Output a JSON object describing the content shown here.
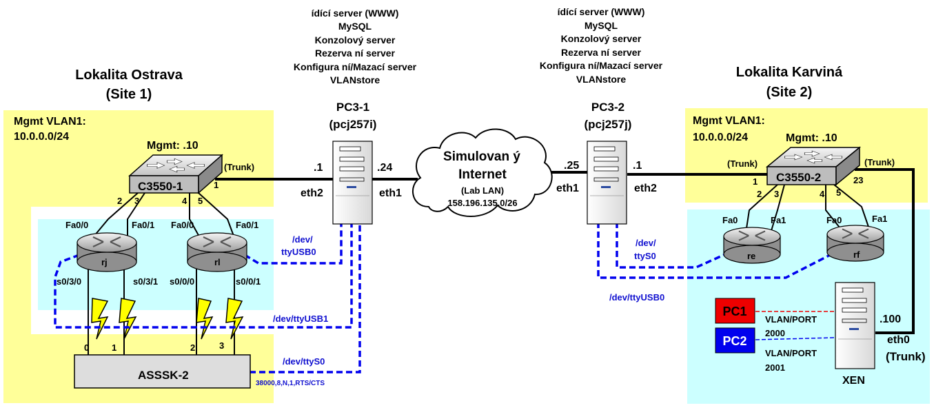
{
  "colors": {
    "site_mgmt_bg": "#ffff99",
    "router_area_bg": "#ccffff",
    "console_line": "#0000ee",
    "pc1": "#ee0000",
    "pc2": "#0000ee",
    "serial_bolt": "#ffff00",
    "asssk_box": "#dddddd"
  },
  "servers_list": {
    "line1": "ídící server (WWW)",
    "line2": "MySQL",
    "line3": "Konzolový server",
    "line4": "Rezerva ní server",
    "line5": "Konfigura ní/Mazací server",
    "line6": "VLANstore"
  },
  "site1": {
    "title": "Lokalita Ostrava",
    "subtitle": "(Site 1)",
    "mgmt_vlan": "Mgmt VLAN1:",
    "mgmt_net": "10.0.0.0/24",
    "mgmt_ip": "Mgmt: .10",
    "switch_name": "C3550-1",
    "trunk": "(Trunk)",
    "port_uplink": "1",
    "port_a": "2",
    "port_b": "3",
    "port_c": "4",
    "port_d": "5",
    "router1_name": "rj",
    "router2_name": "rl",
    "r1_fa0": "Fa0/0",
    "r1_fa1": "Fa0/1",
    "r2_fa0": "Fa0/0",
    "r2_fa1": "Fa0/1",
    "r1_s0": "s0/3/0",
    "r1_s1": "s0/3/1",
    "r2_s0": "s0/0/0",
    "r2_s1": "s0/0/1",
    "asssk_name": "ASSSK-2",
    "asssk_p0": "0",
    "asssk_p1": "1",
    "asssk_p2": "2",
    "asssk_p3": "3"
  },
  "pc31": {
    "name": "PC3-1",
    "host": "(pcj257i)",
    "ip_left": ".1",
    "ip_right": ".24",
    "if_left": "eth2",
    "if_right": "eth1",
    "console_usb0_a": "/dev/",
    "console_usb0_b": "ttyUSB0",
    "console_usb1": "/dev/ttyUSB1",
    "console_s0": "/dev/ttyS0",
    "serial_params": "38000,8,N,1,RTS/CTS"
  },
  "internet": {
    "line1": "Simulovan ý",
    "line2": "Internet",
    "line3": "(Lab LAN)",
    "line4": "158.196.135.0/26"
  },
  "pc32": {
    "name": "PC3-2",
    "host": "(pcj257j)",
    "ip_left": ".25",
    "ip_right": ".1",
    "if_left": "eth1",
    "if_right": "eth2",
    "console_s0_a": "/dev/",
    "console_s0_b": "ttyS0",
    "console_usb0": "/dev/ttyUSB0"
  },
  "site2": {
    "title": "Lokalita Karviná",
    "subtitle": "(Site 2)",
    "mgmt_vlan": "Mgmt VLAN1:",
    "mgmt_net": "10.0.0.0/24",
    "mgmt_ip": "Mgmt: .10",
    "switch_name": "C3550-2",
    "trunk_left": "(Trunk)",
    "trunk_right": "(Trunk)",
    "port_uplink": "1",
    "port_xen": "23",
    "port_a": "2",
    "port_b": "3",
    "port_c": "4",
    "port_d": "5",
    "router1_name": "re",
    "router2_name": "rf",
    "r1_fa0": "Fa0",
    "r1_fa1": "Fa1",
    "r2_fa0": "Fa0",
    "r2_fa1": "Fa1",
    "xen_name": "XEN",
    "xen_ip": ".100",
    "xen_if": "eth0",
    "xen_trunk": "(Trunk)",
    "pc1": "PC1",
    "pc2": "PC2",
    "vlan_port1": "VLAN/PORT",
    "vlan_port1_num": "2000",
    "vlan_port2": "VLAN/PORT",
    "vlan_port2_num": "2001"
  }
}
